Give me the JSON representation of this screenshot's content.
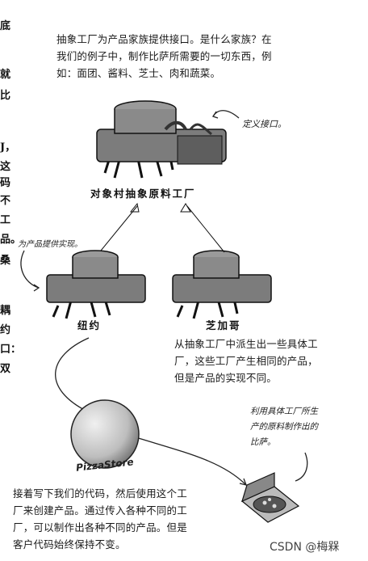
{
  "margin_chars": [
    "底",
    "就",
    "比",
    "J，",
    "这",
    "码",
    "不",
    "工",
    "品。",
    "桑",
    "耦",
    "约",
    "口：",
    "双"
  ],
  "intro_text": [
    "抽象工厂为产品家族提供接口。是什么家族？在",
    "我们的例子中，制作比萨所需要的一切东西，例",
    "如：面团、酱料、芝士、肉和蔬菜。"
  ],
  "annotations": {
    "define_interface": "定义接口。",
    "provide_impl": "为产品提供实现。",
    "pizza_made": [
      "利用具体工厂所生",
      "产的原料制作出的",
      "比萨。"
    ]
  },
  "factories": {
    "abstract": "对象村抽象原料工厂",
    "ny": "纽约",
    "chicago": "芝加哥"
  },
  "concrete_text": [
    "从抽象工厂中派生出一些具体工",
    "厂，这些工厂产生相同的产品，",
    "但是产品的实现不同。"
  ],
  "pizza_store_label": "PizzaStore",
  "bottom_text": [
    "接着写下我们的代码，然后使用这个工",
    "厂来创建产品。通过传入各种不同的工",
    "厂，可以制作出各种不同的产品。但是",
    "客户代码始终保持不变。"
  ],
  "watermark": "CSDN @梅槑"
}
